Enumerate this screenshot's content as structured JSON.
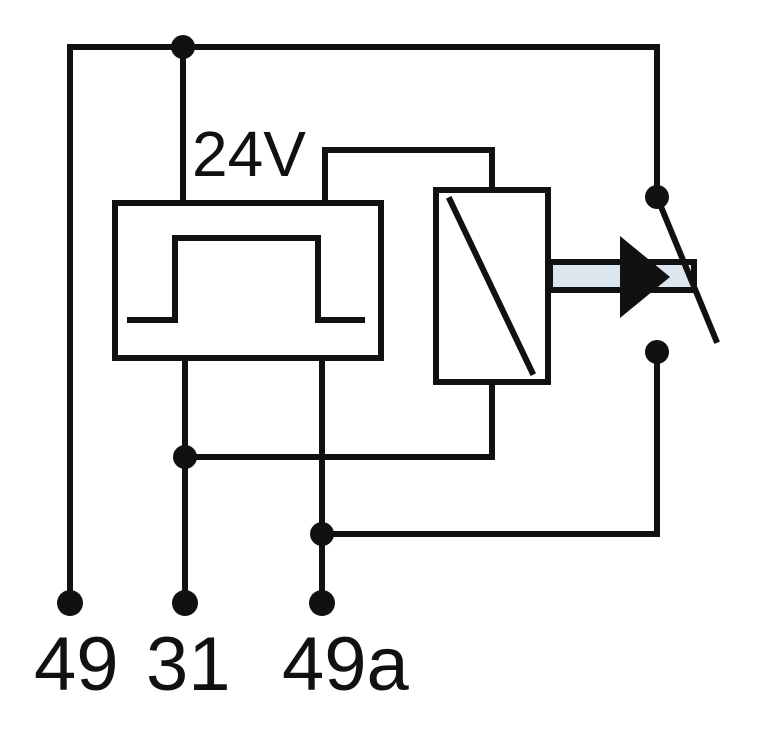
{
  "diagram": {
    "voltage_label": "24V",
    "terminals": {
      "t49": "49",
      "t31": "31",
      "t49a": "49a"
    },
    "colors": {
      "line": "#111111",
      "label_shade": "#dfe7ef",
      "actuator_fill": "#dbe6ef",
      "background": "#ffffff"
    }
  }
}
